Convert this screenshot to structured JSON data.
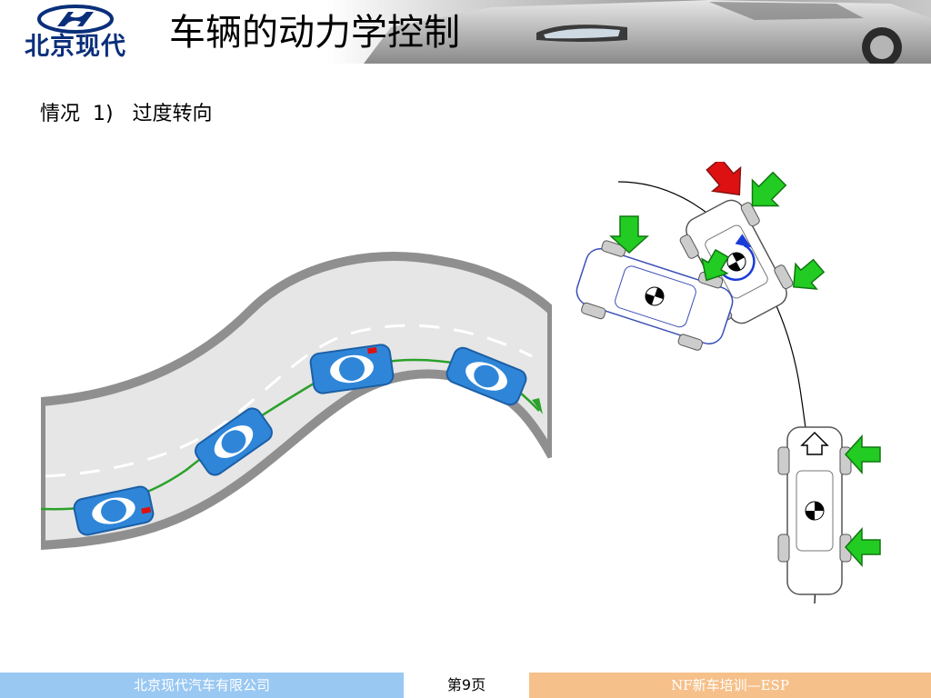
{
  "header": {
    "brand_text": "北京现代",
    "title": "车辆的动力学控制"
  },
  "content": {
    "subtitle": "情况  1)   过度转向"
  },
  "footer": {
    "company": "北京现代汽车有限公司",
    "page_label": "第9页",
    "course": "NF新车培训—ESP"
  },
  "colors": {
    "logo_blue": "#0a2f7a",
    "footer_left": "#99c8f2",
    "footer_right": "#f6c08a",
    "arrow_green": "#22cc22",
    "arrow_red": "#dd1111",
    "car_blue": "#2f86d8",
    "path_green": "#2aa12a"
  }
}
